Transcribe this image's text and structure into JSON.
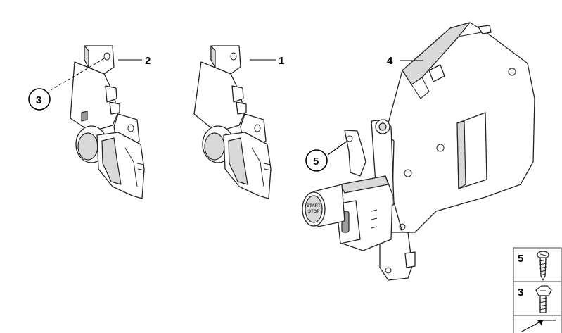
{
  "callouts": {
    "part_1": "1",
    "part_2": "2",
    "part_3": "3",
    "part_4": "4",
    "part_5": "5"
  },
  "button_text": {
    "line1": "START",
    "line2": "STOP"
  },
  "legend": {
    "items": [
      {
        "number": "5",
        "icon": "screw-icon"
      },
      {
        "number": "3",
        "icon": "bolt-icon"
      }
    ],
    "footer_icon": "arrow-icon"
  }
}
